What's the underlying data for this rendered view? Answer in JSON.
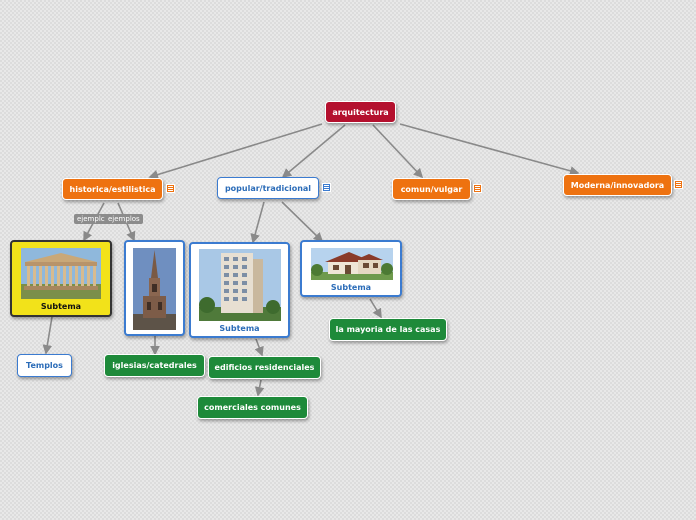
{
  "root": {
    "label": "arquitectura"
  },
  "branches": [
    {
      "label": "historica/estilistica"
    },
    {
      "label": "popular/tradicional"
    },
    {
      "label": "comun/vulgar"
    },
    {
      "label": "Moderna/innovadora"
    }
  ],
  "link_tags": [
    "ejemplc",
    "ejemplos"
  ],
  "cards": [
    {
      "caption": "Subtema"
    },
    {
      "caption": ""
    },
    {
      "caption": "Subtema"
    },
    {
      "caption": "Subtema"
    }
  ],
  "leaves": {
    "templos": "Templos",
    "iglesias": "iglesias/catedrales",
    "residenciales": "edificios residenciales",
    "comerciales": "comerciales comunes",
    "casas": "la mayoria de las casas"
  },
  "colors": {
    "root": "#b4102e",
    "branch": "#ee7210",
    "leaf": "#1e8a3a",
    "subtopic_border": "#3b7bd0",
    "highlight": "#f2e21a"
  },
  "icons": [
    "note-icon",
    "parthenon-image",
    "cathedral-image",
    "apartment-building-image",
    "house-image"
  ]
}
